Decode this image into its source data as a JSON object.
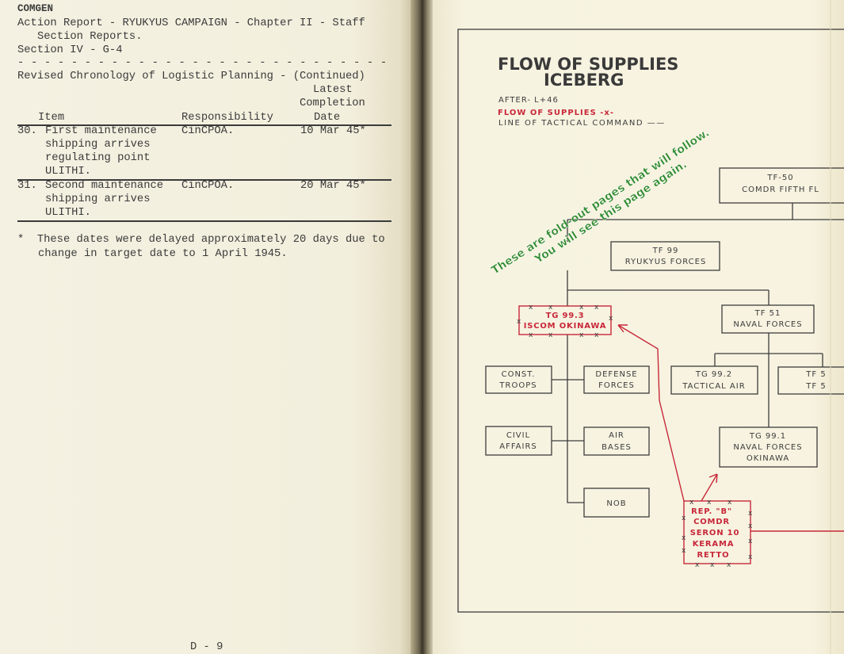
{
  "left_page": {
    "header_org": "COMGEN",
    "header_line1": "Action Report - RYUKYUS CAMPAIGN - Chapter II - Staff",
    "header_line2": "Section Reports.",
    "header_line3": "Section IV - G-4",
    "separator": "- - - - - - - - - - - - - - - - - - - - - - - - - - - -",
    "table_title": "Revised Chronology of Logistic Planning - (Continued)",
    "columns": {
      "item": "Item",
      "responsibility": "Responsibility",
      "date_line1": "Latest",
      "date_line2": "Completion",
      "date_line3": "Date"
    },
    "rows": [
      {
        "number": "30.",
        "item_lines": [
          "First maintenance",
          "shipping arrives",
          "regulating point",
          "ULITHI."
        ],
        "responsibility": "CinCPOA.",
        "date": "10 Mar 45*"
      },
      {
        "number": "31.",
        "item_lines": [
          "Second maintenance",
          "shipping arrives",
          "ULITHI."
        ],
        "responsibility": "CinCPOA.",
        "date": "20 Mar 45*"
      }
    ],
    "footnote_line1": "*  These dates were delayed approximately 20 days due to",
    "footnote_line2": "change in target date to 1 April 1945.",
    "page_number": "D - 9"
  },
  "right_page": {
    "title_line1": "FLOW OF SUPPLIES",
    "title_line2": "ICEBERG",
    "after": "AFTER- L+46",
    "legend_supplies": "FLOW OF SUPPLIES -x-",
    "legend_command": "LINE OF TACTICAL COMMAND ——",
    "overlay_line1": "These are fold-out pages that will follow.",
    "overlay_line2": "You will see this page again.",
    "boxes": {
      "tf50": [
        "TF-50",
        "COMDR FIFTH FL"
      ],
      "tf99": [
        "TF 99",
        "RYUKYUS FORCES"
      ],
      "tg993": [
        "TG 99.3",
        "ISCOM OKINAWA"
      ],
      "tf51": [
        "TF 51",
        "NAVAL FORCES"
      ],
      "const": [
        "CONST.",
        "TROOPS"
      ],
      "defense": [
        "DEFENSE",
        "FORCES"
      ],
      "tg992": [
        "TG 99.2",
        "TACTICAL AIR"
      ],
      "tf5x": [
        "TF 5",
        "TF 5"
      ],
      "civil": [
        "CIVIL",
        "AFFAIRS"
      ],
      "air": [
        "AIR",
        "BASES"
      ],
      "tg991": [
        "TG 99.1",
        "NAVAL FORCES",
        "OKINAWA"
      ],
      "nob": [
        "NOB"
      ],
      "repb": [
        "REP. \"B\"",
        "COMDR",
        "SERON 10",
        "KERAMA",
        "RETTO"
      ]
    },
    "colors": {
      "ink": "#3c3c3c",
      "red": "#c8283a",
      "green": "#2f8a2f"
    }
  }
}
